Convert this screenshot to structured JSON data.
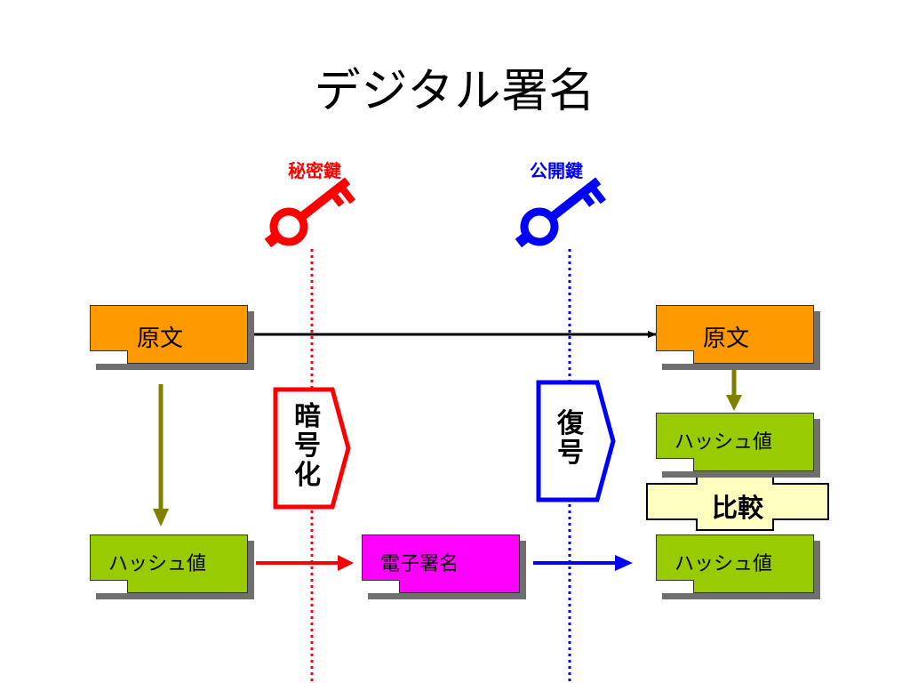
{
  "title": "デジタル署名",
  "keys": {
    "private": {
      "label": "秘密鍵",
      "color": "#ff0000"
    },
    "public": {
      "label": "公開鍵",
      "color": "#0000ff"
    }
  },
  "boxes": {
    "source_left": "原文",
    "source_right": "原文",
    "hash_left": "ハッシュ値",
    "hash_right_top": "ハッシュ値",
    "hash_right_bottom": "ハッシュ値",
    "signature": "電子署名"
  },
  "operations": {
    "encrypt": [
      "暗",
      "号",
      "化"
    ],
    "decrypt": [
      "復",
      "号"
    ],
    "compare": "比較"
  },
  "colors": {
    "source": "#ff9900",
    "hash": "#99cc00",
    "signature": "#ff00ff",
    "compare": "#ffffc0",
    "arrow_hash": "#808000"
  }
}
